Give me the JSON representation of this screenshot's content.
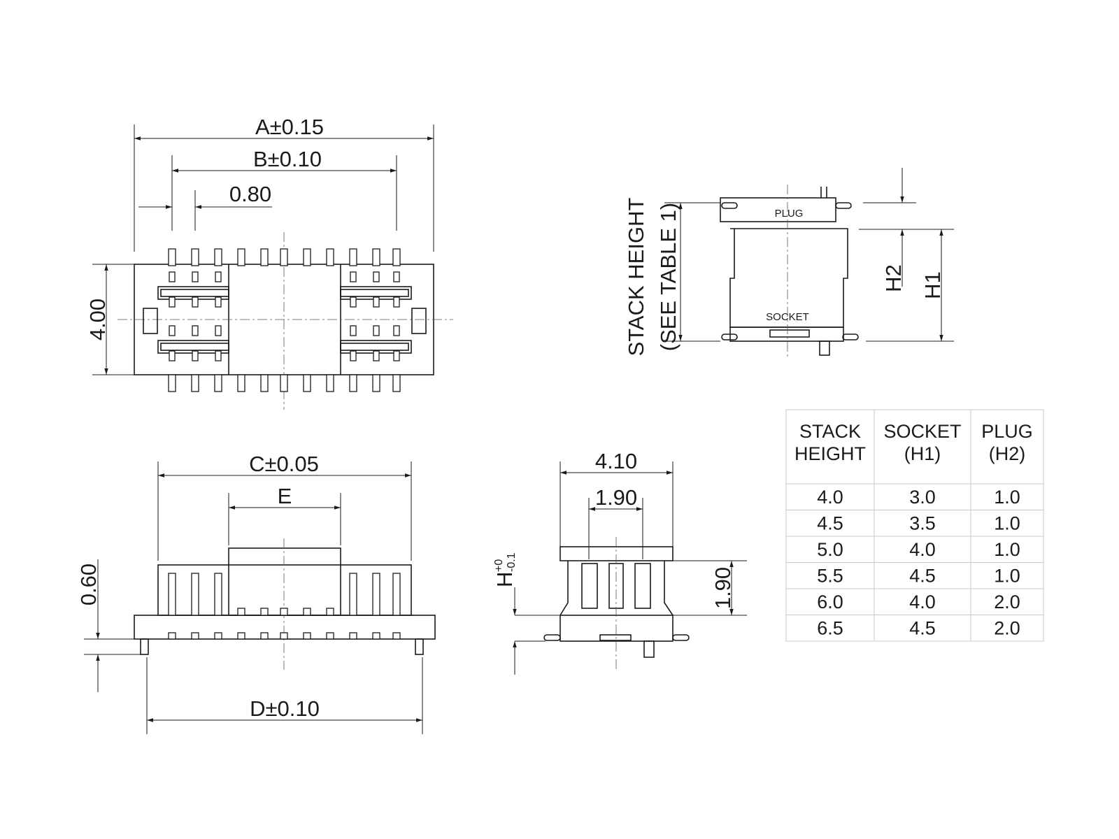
{
  "top_view": {
    "dim_a": "A±0.15",
    "dim_b": "B±0.10",
    "dim_pitch": "0.80",
    "dim_width": "4.00"
  },
  "side_view": {
    "dim_c": "C±0.05",
    "dim_e": "E",
    "dim_d": "D±0.10",
    "dim_height": "0.60"
  },
  "end_view": {
    "dim_total": "4.10",
    "dim_inner": "1.90",
    "dim_right": "1.90",
    "dim_h_label": "H",
    "dim_h_tol_plus": "+0",
    "dim_h_tol_minus": "-0.1"
  },
  "stack_view": {
    "title": "STACK HEIGHT",
    "subtitle": "(SEE TABLE 1)",
    "plug_label": "PLUG",
    "socket_label": "SOCKET",
    "h2_label": "H2",
    "h1_label": "H1"
  },
  "table": {
    "headers": [
      [
        "STACK",
        "HEIGHT"
      ],
      [
        "SOCKET",
        "(H1)"
      ],
      [
        "PLUG",
        "(H2)"
      ]
    ],
    "rows": [
      [
        "4.0",
        "3.0",
        "1.0"
      ],
      [
        "4.5",
        "3.5",
        "1.0"
      ],
      [
        "5.0",
        "4.0",
        "1.0"
      ],
      [
        "5.5",
        "4.5",
        "1.0"
      ],
      [
        "6.0",
        "4.0",
        "2.0"
      ],
      [
        "6.5",
        "4.5",
        "2.0"
      ]
    ]
  }
}
